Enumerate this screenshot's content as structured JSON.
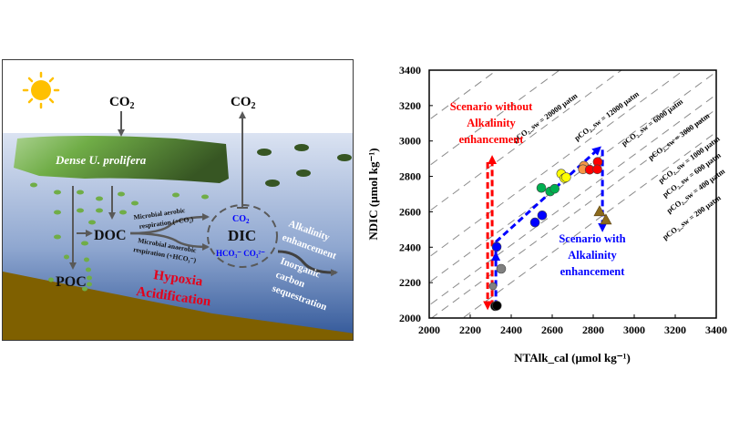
{
  "diagram": {
    "co2_in_label": "CO",
    "co2_in_sub": "2",
    "co2_out_label": "CO",
    "co2_out_sub": "2",
    "algae_label": "Dense U. prolifera",
    "doc_label": "DOC",
    "poc_label": "POC",
    "dic_label": "DIC",
    "dic_co2_label": "CO",
    "dic_co2_sub": "2",
    "dic_carbonate_label": "HCO₃⁻ CO₃²⁻",
    "aerobic_line1": "Microbial aerobic",
    "aerobic_line2": "respiration (+CO₂)",
    "anaerobic_line1": "Microbial anaerobic",
    "anaerobic_line2": "respiration (+HCO₃⁻)",
    "hypoxia_label": "Hypoxia",
    "acidification_label": "Acidification",
    "alkalinity_line1": "Alkalinity",
    "alkalinity_line2": "enhancement",
    "sequestration_line1": "Inorganic",
    "sequestration_line2": "carbon",
    "sequestration_line3": "sequestration",
    "colors": {
      "sky": "#ffffff",
      "water_top": "#d4ddef",
      "water_bottom": "#2f5597",
      "sediment": "#7f6000",
      "algae_light": "#a9d18e",
      "algae_dark": "#375623",
      "sun": "#ffc000",
      "arrow": "#595959",
      "red": "#e3001b",
      "blue": "#0000ff"
    }
  },
  "chart_data": {
    "type": "scatter",
    "title": "",
    "xlabel": "NTAlk_cal (μmol kg⁻¹)",
    "ylabel": "NDIC (μmol kg⁻¹)",
    "xlim": [
      2000,
      3400
    ],
    "ylim": [
      2000,
      3400
    ],
    "xticks": [
      2000,
      2200,
      2400,
      2600,
      2800,
      3000,
      3200,
      3400
    ],
    "yticks": [
      2000,
      2200,
      2400,
      2600,
      2800,
      3000,
      3200,
      3400
    ],
    "grid": false,
    "legend": "none",
    "series": [
      {
        "name": "black",
        "marker": "circle",
        "color": "#000000",
        "points": [
          [
            2322,
            2067
          ],
          [
            2330,
            2070
          ]
        ]
      },
      {
        "name": "gray-small",
        "marker": "circle",
        "color": "#808080",
        "points": [
          [
            2311,
            2180
          ]
        ]
      },
      {
        "name": "gray",
        "marker": "circle",
        "color": "#808080",
        "points": [
          [
            2351,
            2278
          ]
        ]
      },
      {
        "name": "blue",
        "marker": "circle",
        "color": "#0000ff",
        "points": [
          [
            2329,
            2402
          ],
          [
            2516,
            2540
          ],
          [
            2551,
            2580
          ]
        ]
      },
      {
        "name": "green",
        "marker": "circle",
        "color": "#00b050",
        "points": [
          [
            2547,
            2735
          ],
          [
            2590,
            2715
          ],
          [
            2612,
            2730
          ]
        ]
      },
      {
        "name": "yellow",
        "marker": "circle",
        "color": "#ffff00",
        "points": [
          [
            2644,
            2815
          ],
          [
            2660,
            2790
          ],
          [
            2668,
            2795
          ]
        ]
      },
      {
        "name": "orange",
        "marker": "circle",
        "color": "#f79646",
        "points": [
          [
            2755,
            2860
          ],
          [
            2750,
            2840
          ]
        ]
      },
      {
        "name": "red",
        "marker": "circle",
        "color": "#ff0000",
        "points": [
          [
            2822,
            2882
          ],
          [
            2783,
            2838
          ],
          [
            2820,
            2840
          ]
        ]
      },
      {
        "name": "brown",
        "marker": "triangle",
        "color": "#8c6a1c",
        "points": [
          [
            2831,
            2603
          ],
          [
            2862,
            2556
          ]
        ]
      }
    ],
    "isolines": [
      {
        "label": "pCO₂_sw = 20000 μatm",
        "y_at_2000": 3120
      },
      {
        "label": "pCO₂_sw = 12000 μatm",
        "y_at_2000": 2860
      },
      {
        "label": "pCO₂_sw = 6000 μatm",
        "y_at_2000": 2603
      },
      {
        "label": "pCO₂_sw = 3000 μatm",
        "y_at_2000": 2345
      },
      {
        "label": "pCO₂_sw = 1000 μatm",
        "y_at_2000": 2201
      },
      {
        "label": "pCO₂_sw = 600 μatm",
        "y_at_2000": 2072
      },
      {
        "label": "pCO₂_sw = 400 μatm",
        "y_at_2000": 1990
      },
      {
        "label": "pCO₂_sw = 200 μatm",
        "y_at_2000": 1860
      }
    ],
    "isoline_slope": 0.85,
    "annotations": {
      "without": {
        "lines": [
          "Scenario without",
          "Alkalinity",
          "enhancement"
        ],
        "color": "#ff0000",
        "arrows": [
          {
            "from": [
              2285,
              2880
            ],
            "to": [
              2285,
              2060
            ]
          },
          {
            "from": [
              2307,
              2065
            ],
            "to": [
              2307,
              2905
            ]
          }
        ]
      },
      "with": {
        "lines": [
          "Scenario with",
          "Alkalinity",
          "enhancement"
        ],
        "color": "#0000ff",
        "path": [
          [
            2325,
            2065
          ],
          [
            2325,
            2360
          ],
          [
            2325,
            2430
          ],
          [
            2830,
            2960
          ]
        ],
        "down_arrow": {
          "from": [
            2845,
            2950
          ],
          "to": [
            2845,
            2500
          ]
        }
      }
    }
  }
}
